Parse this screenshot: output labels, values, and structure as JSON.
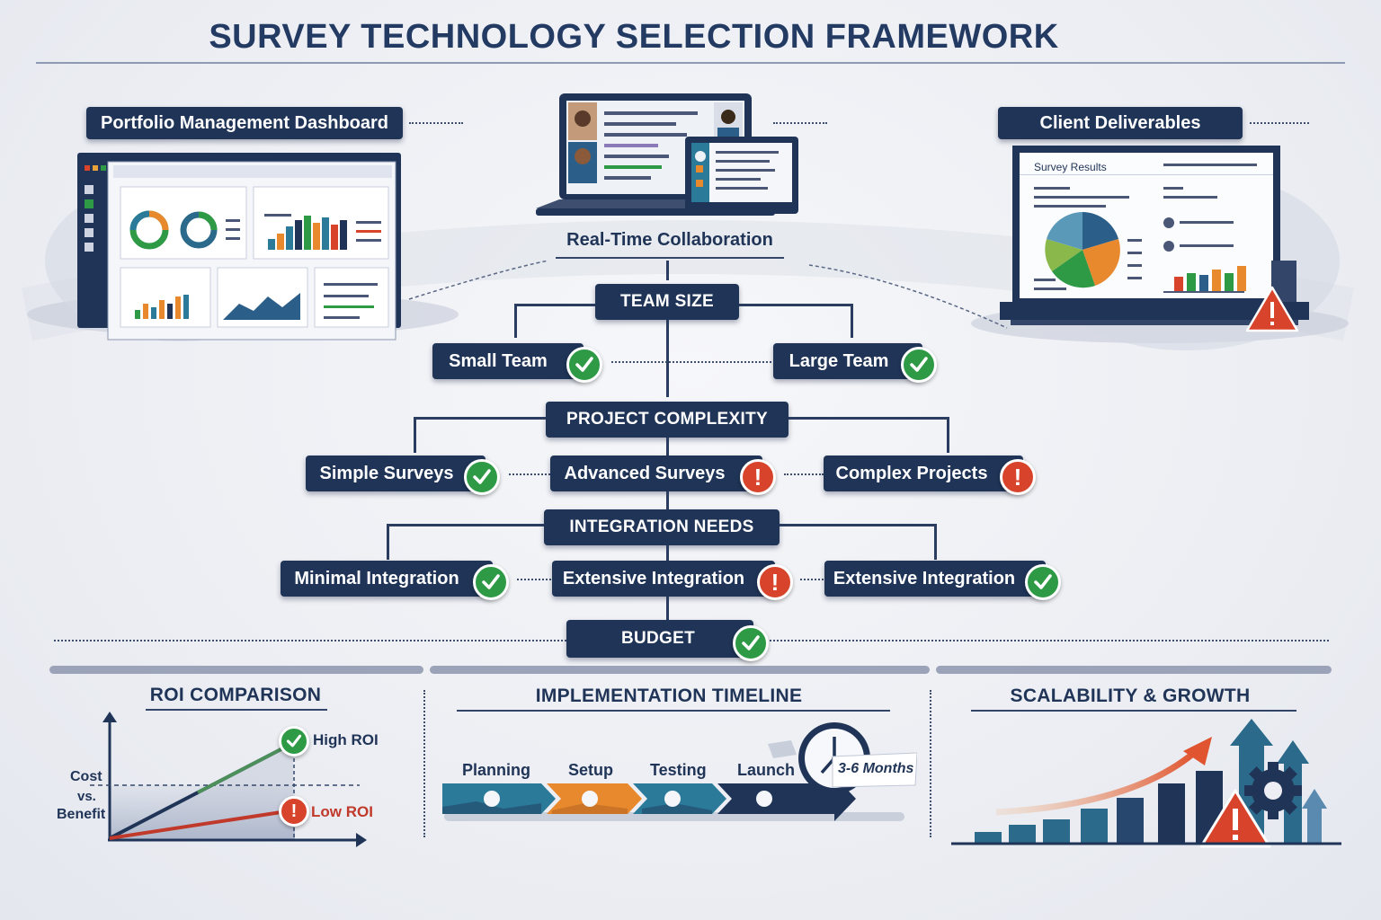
{
  "title": "SURVEY TECHNOLOGY SELECTION FRAMEWORK",
  "top": {
    "left_label": "Portfolio Management Dashboard",
    "center_label": "Real-Time Collaboration",
    "right_label": "Client Deliverables",
    "right_screen_title": "Survey Results"
  },
  "flow": {
    "team_size": "TEAM SIZE",
    "small_team": "Small Team",
    "large_team": "Large Team",
    "project_complexity": "PROJECT COMPLEXITY",
    "simple_surveys": "Simple Surveys",
    "advanced_surveys": "Advanced Surveys",
    "complex_projects": "Complex Projects",
    "integration_needs": "INTEGRATION NEEDS",
    "minimal_integration": "Minimal Integration",
    "extensive_integration_1": "Extensive Integration",
    "extensive_integration_2": "Extensive Integration",
    "budget": "BUDGET",
    "warn_symbol": "!"
  },
  "roi": {
    "heading": "ROI COMPARISON",
    "y_label_1": "Cost",
    "y_label_2": "vs.",
    "y_label_3": "Benefit",
    "high": "High ROI",
    "low": "Low ROI"
  },
  "timeline": {
    "heading": "IMPLEMENTATION TIMELINE",
    "steps": [
      "Planning",
      "Setup",
      "Testing",
      "Launch"
    ],
    "duration": "3-6 Months"
  },
  "scalability": {
    "heading": "SCALABILITY & GROWTH"
  },
  "colors": {
    "navy": "#1f3457",
    "ok_green": "#2e9a45",
    "warn_red": "#d8432b",
    "orange": "#e8892e",
    "teal": "#2b7a9a"
  }
}
